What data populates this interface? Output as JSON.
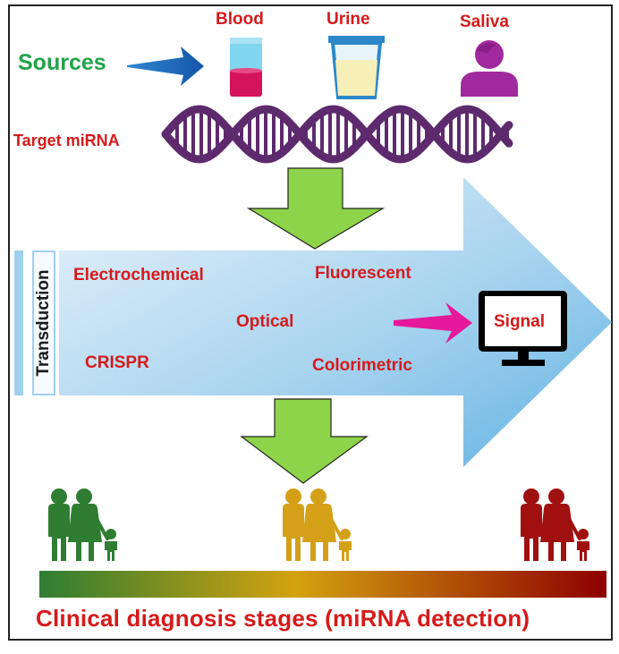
{
  "sources": {
    "label": "Sources"
  },
  "samples": [
    {
      "label": "Blood",
      "icon": "blood-tube-icon"
    },
    {
      "label": "Urine",
      "icon": "urine-cup-icon"
    },
    {
      "label": "Saliva",
      "icon": "person-icon"
    }
  ],
  "target": {
    "label": "Target miRNA",
    "icon": "rna-helix-icon"
  },
  "transduction": {
    "label": "Transduction",
    "methods": [
      "Electrochemical",
      "Fluorescent",
      "Optical",
      "CRISPR",
      "Colorimetric"
    ]
  },
  "signal": {
    "label": "Signal",
    "icon": "monitor-icon"
  },
  "families": [
    {
      "icon": "family-icon",
      "color": "#2e7d32"
    },
    {
      "icon": "family-icon",
      "color": "#d4a017"
    },
    {
      "icon": "family-icon",
      "color": "#a01010"
    }
  ],
  "gradient": {
    "from": "#2e7d32",
    "mid": "#d4a20e",
    "to": "#8e0000"
  },
  "clinical": {
    "label": "Clinical diagnosis stages (miRNA detection)"
  },
  "colors": {
    "label_red": "#d61a1a",
    "sources_green": "#21a348",
    "down_arrow_green": "#8dd44a",
    "helix_purple": "#5e2a6e",
    "pointer_magenta": "#e6189b",
    "source_arrow_blue": "#1f6fbf"
  }
}
